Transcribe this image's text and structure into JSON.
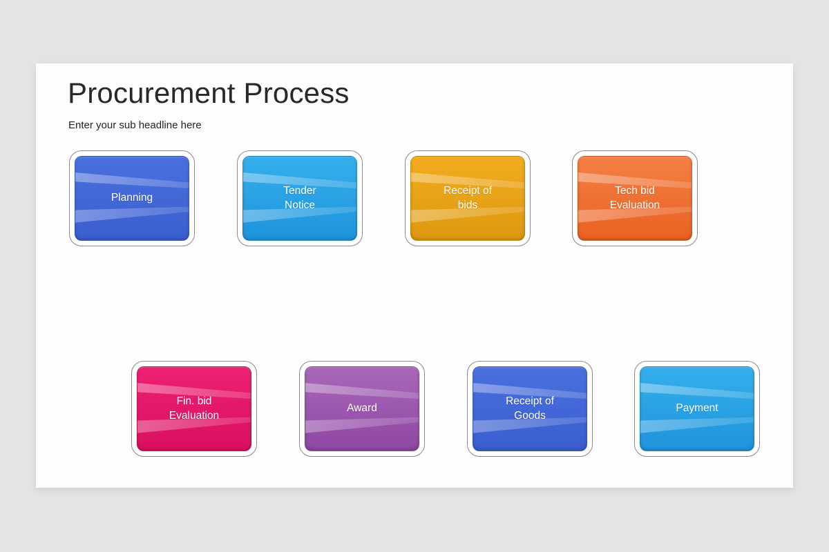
{
  "page": {
    "title": "Procurement Process",
    "subtitle": "Enter your sub headline here"
  },
  "colors": {
    "background": "#e5e4e5",
    "card": "#fdfdfd",
    "connector": "#7b7b7b",
    "node_border": "#8a8a8a",
    "node_ring": "#ffffff",
    "node_text": "#ffffff",
    "title_text": "#282828",
    "subtitle_text": "#222222"
  },
  "nodes": [
    {
      "id": "planning",
      "label": "Planning",
      "row": 1,
      "color_top": "#4a70de",
      "color_bottom": "#3a5ecf"
    },
    {
      "id": "tender-notice",
      "label": "Tender\nNotice",
      "row": 1,
      "color_top": "#35afec",
      "color_bottom": "#1e94dc"
    },
    {
      "id": "receipt-of-bids",
      "label": "Receipt of\nbids",
      "row": 1,
      "color_top": "#f2ac1e",
      "color_bottom": "#dd9810"
    },
    {
      "id": "tech-bid-evaluation",
      "label": "Tech bid\nEvaluation",
      "row": 1,
      "color_top": "#f48044",
      "color_bottom": "#ea6123"
    },
    {
      "id": "fin-bid-evaluation",
      "label": "Fin. bid\nEvaluation",
      "row": 2,
      "color_top": "#ee2173",
      "color_bottom": "#d90f60"
    },
    {
      "id": "award",
      "label": "Award",
      "row": 2,
      "color_top": "#a868b9",
      "color_bottom": "#8f47a2"
    },
    {
      "id": "receipt-of-goods",
      "label": "Receipt of\nGoods",
      "row": 2,
      "color_top": "#4a70de",
      "color_bottom": "#3a5ecf"
    },
    {
      "id": "payment",
      "label": "Payment",
      "row": 2,
      "color_top": "#35afec",
      "color_bottom": "#1e94dc"
    }
  ]
}
